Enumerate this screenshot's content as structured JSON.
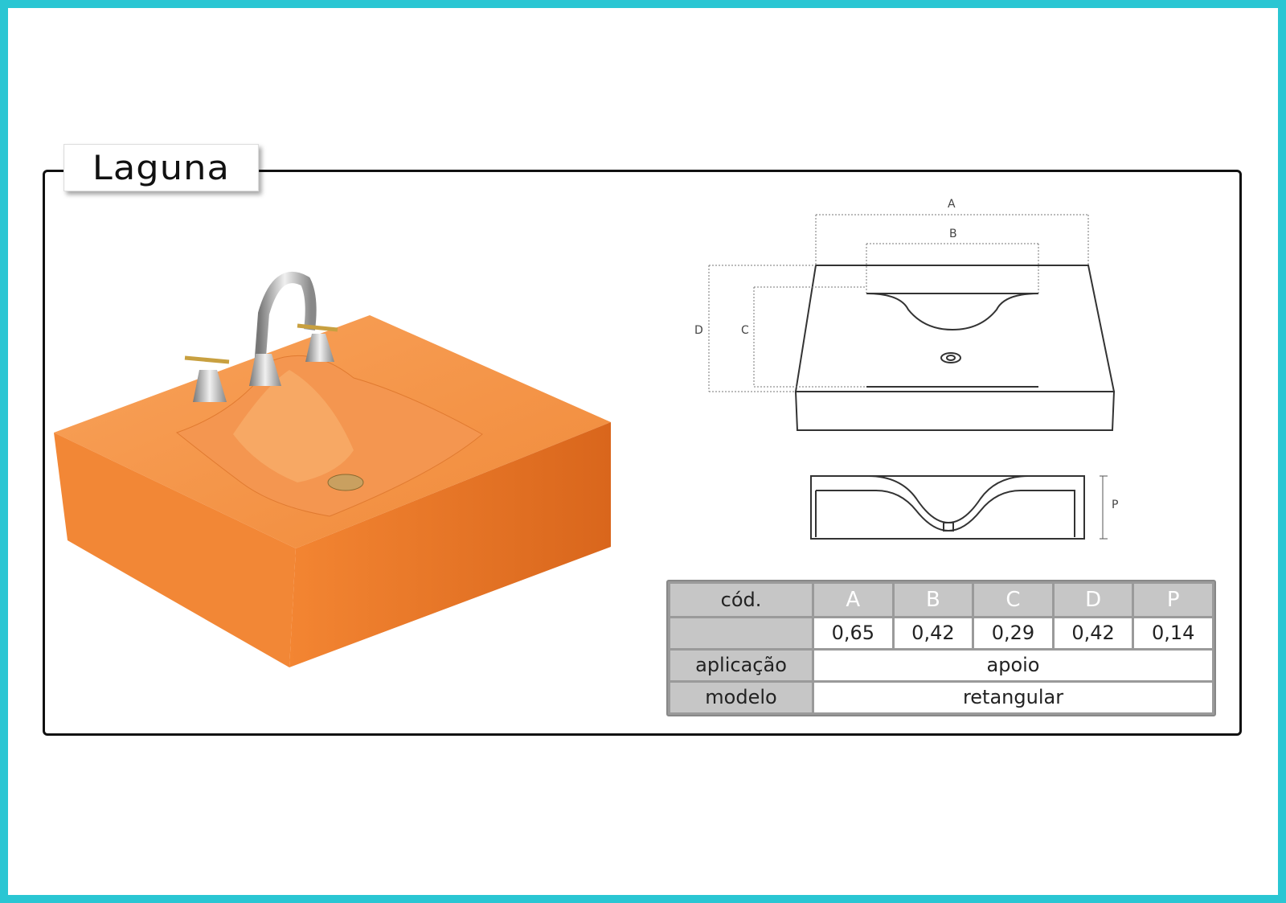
{
  "title": "Laguna",
  "colors": {
    "frame": "#2ac6d3",
    "sink": "#f07f2f"
  },
  "diagram": {
    "labels": {
      "a": "A",
      "b": "B",
      "c": "C",
      "d": "D",
      "p": "P"
    }
  },
  "table": {
    "code_label": "cód.",
    "columns": [
      "A",
      "B",
      "C",
      "D",
      "P"
    ],
    "values": [
      "0,65",
      "0,42",
      "0,29",
      "0,42",
      "0,14"
    ],
    "application_label": "aplicação",
    "application_value": "apoio",
    "model_label": "modelo",
    "model_value": "retangular"
  }
}
